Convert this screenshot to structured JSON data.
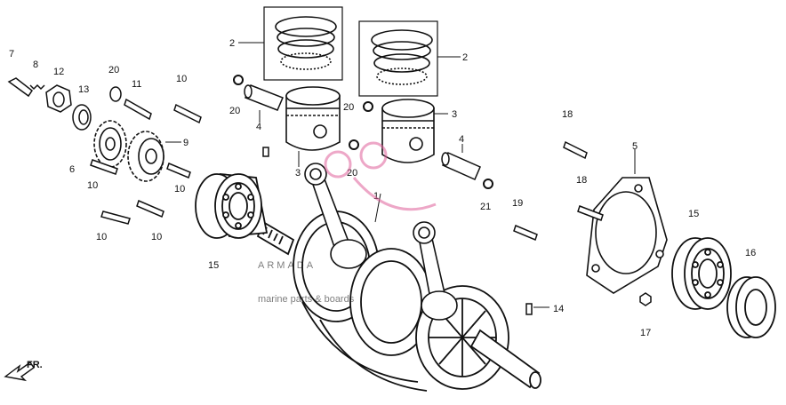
{
  "watermark": {
    "brand": "ARMADA",
    "tagline": "marine parts & boards",
    "accent_color": "#e0609a"
  },
  "direction_marker": {
    "label": "FR.",
    "icon": "arrow-down-left-icon"
  },
  "callouts": [
    "1",
    "2",
    "2",
    "3",
    "3",
    "4",
    "4",
    "5",
    "6",
    "7",
    "8",
    "9",
    "10",
    "10",
    "10",
    "10",
    "10",
    "11",
    "12",
    "13",
    "14",
    "15",
    "15",
    "16",
    "17",
    "18",
    "18",
    "19",
    "20",
    "20",
    "20",
    "20",
    "21"
  ]
}
